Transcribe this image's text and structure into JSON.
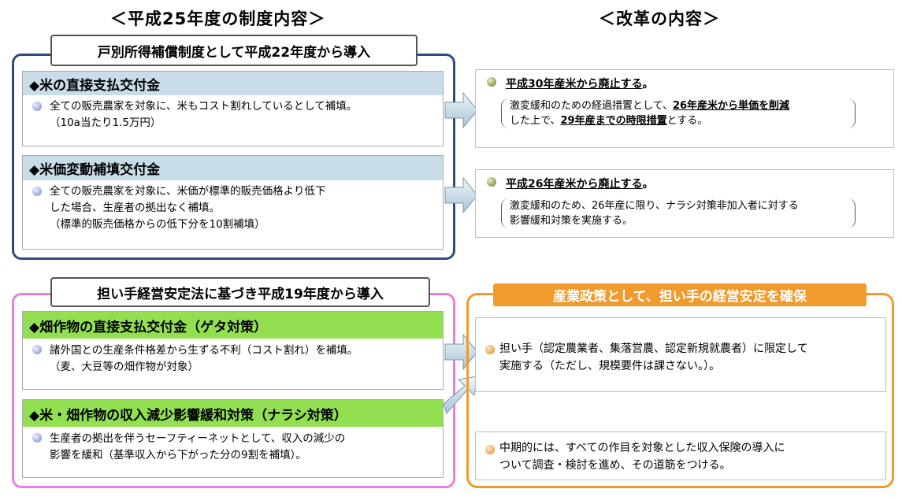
{
  "headers": {
    "left": "＜平成25年度の制度内容＞",
    "right": "＜改革の内容＞"
  },
  "colors": {
    "blue_group": "#2e4b7e",
    "pink_group": "#e87fd8",
    "orange_group": "#f19a2d",
    "blue_title": "#c8dde8",
    "green_title": "#92e052"
  },
  "group_blue": {
    "tag": "戸別所得補償制度として平成22年度から導入",
    "s1": {
      "title": "◆米の直接支払交付金",
      "line1": "全ての販売農家を対象に、米もコスト割れしているとして補填。",
      "line2": "（10a当たり1.5万円）"
    },
    "s2": {
      "title": "◆米価変動補填交付金",
      "line1": "全ての販売農家を対象に、米価が標準的販売価格より低下",
      "line2": "した場合、生産者の拠出なく補填。",
      "line3": "（標準的販売価格からの低下分を10割補填）"
    }
  },
  "group_pink": {
    "tag": "担い手経営安定法に基づき平成19年度から導入",
    "s1": {
      "title": "◆畑作物の直接支払交付金（ゲタ対策）",
      "line1": "諸外国との生産条件格差から生ずる不利（コスト割れ）を補填。",
      "line2": "（麦、大豆等の畑作物が対象）"
    },
    "s2": {
      "title": "◆米・畑作物の収入減少影響緩和対策（ナラシ対策）",
      "line1": "生産者の拠出を伴うセーフティーネットとして、収入の減少の",
      "line2": "影響を緩和（基準収入から下がった分の9割を補填）。"
    }
  },
  "right1": {
    "head": "平成30年産米から廃止する",
    "head_end": "。",
    "b1_a": "激変緩和のための経過措置として、",
    "b1_u": "26年産米から単価を削減",
    "b2_a": "した上で、",
    "b2_u": "29年産までの時限措置",
    "b2_b": "とする。"
  },
  "right2": {
    "head": "平成26年産米から廃止する",
    "head_end": "。",
    "b1": "激変緩和のため、26年産に限り、ナラシ対策非加入者に対する",
    "b2": "影響緩和対策を実施する。"
  },
  "orange": {
    "tag": "産業政策として、担い手の経営安定を確保",
    "p1_line1": "担い手（認定農業者、集落営農、認定新規就農者）に限定して",
    "p1_line2": "実施する（ただし、規模要件は課さない。）。",
    "p2_line1": "中期的には、すべての作目を対象とした収入保険の導入に",
    "p2_line2": "ついて調査・検討を進め、その道筋をつける。"
  }
}
